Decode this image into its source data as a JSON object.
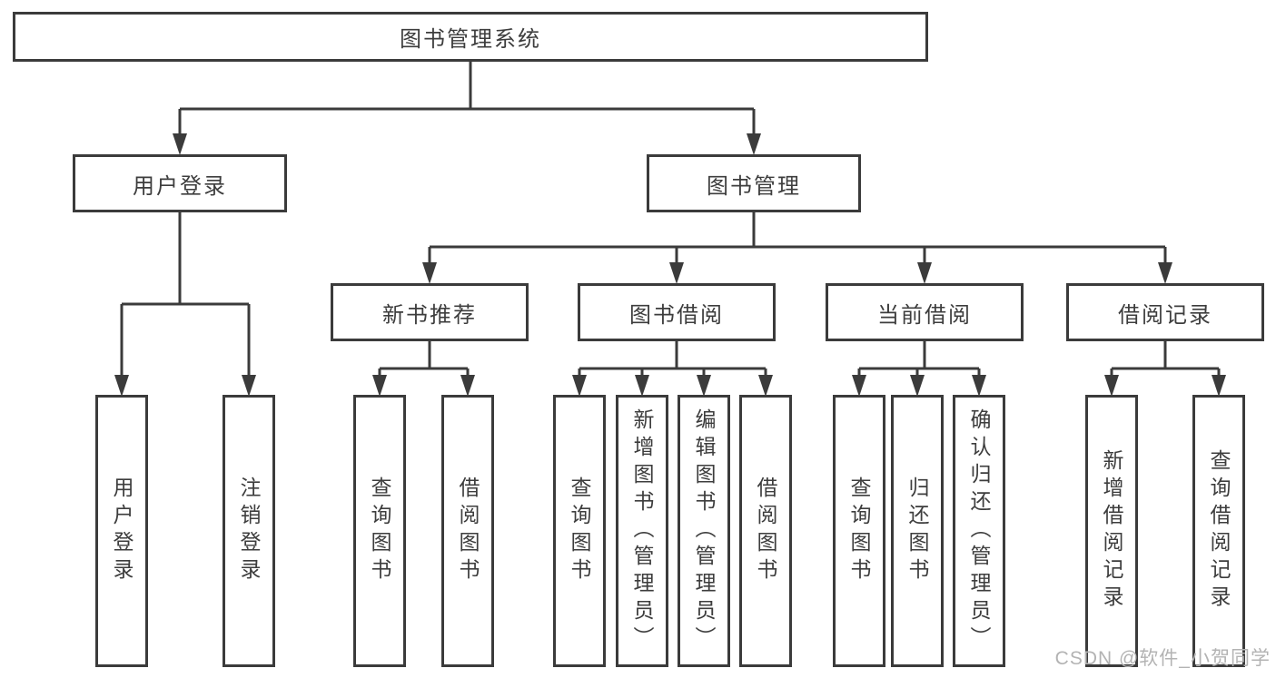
{
  "diagram": {
    "root": "图书管理系统",
    "branches": [
      {
        "label": "用户登录",
        "leaves": [
          "用户登录",
          "注销登录"
        ]
      },
      {
        "label": "图书管理",
        "children": [
          {
            "label": "新书推荐",
            "leaves": [
              "查询图书",
              "借阅图书"
            ]
          },
          {
            "label": "图书借阅",
            "leaves": [
              "查询图书",
              "新增图书（管理员）",
              "编辑图书（管理员）",
              "借阅图书"
            ]
          },
          {
            "label": "当前借阅",
            "leaves": [
              "查询图书",
              "归还图书",
              "确认归还（管理员）"
            ]
          },
          {
            "label": "借阅记录",
            "leaves": [
              "新增借阅记录",
              "查询借阅记录"
            ]
          }
        ]
      }
    ]
  },
  "watermark": {
    "text": "CSDN @软件_小贺同学"
  },
  "colors": {
    "line": "#3b3b3b",
    "text": "#3d3d3d",
    "watermark": "#b3b3b3",
    "background": "#ffffff"
  }
}
